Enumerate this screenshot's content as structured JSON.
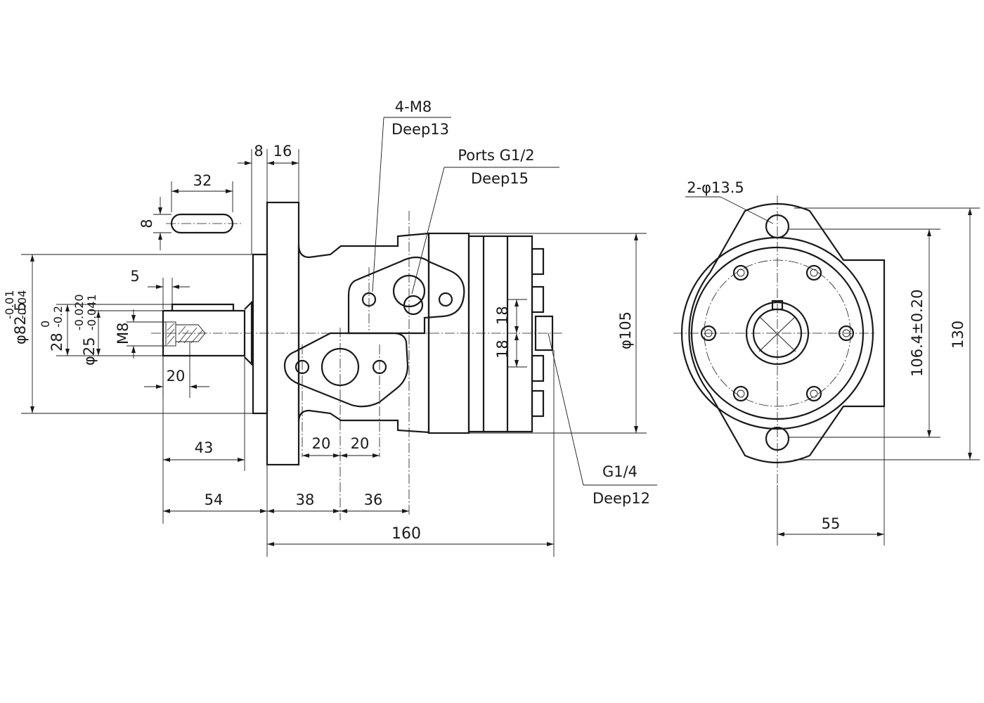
{
  "side_view": {
    "flange_thick": "8",
    "flange_offset": "16",
    "key_length": "32",
    "key_width": "8",
    "shaft_step": "5",
    "dia_pilot": "φ82.5",
    "dia_pilot_tol_upper": "-0.01",
    "dia_pilot_tol_lower": "-0.04",
    "key_height": "28",
    "key_height_tol_upper": "0",
    "key_height_tol_lower": "-0.2",
    "dia_shaft": "φ25",
    "dia_shaft_tol_upper": "-0.020",
    "dia_shaft_tol_lower": "-0.041",
    "thread": "M8",
    "thread_depth": "20",
    "shaft_length": "43",
    "port_spacing_left": "20",
    "port_spacing_right": "20",
    "dim_54": "54",
    "dim_38": "38",
    "dim_36": "36",
    "overall_length": "160",
    "body_diameter": "φ105",
    "port_offset_up": "18",
    "port_offset_down": "18",
    "note_bolt": "4-M8",
    "note_bolt_depth": "Deep13",
    "note_ports": "Ports G1/2",
    "note_ports_depth": "Deep15",
    "note_drain": "G1/4",
    "note_drain_depth": "Deep12"
  },
  "front_view": {
    "note_holes": "2-φ13.5",
    "bolt_spacing": "106.4±0.20",
    "flange_height": "130",
    "port_extension": "55"
  }
}
